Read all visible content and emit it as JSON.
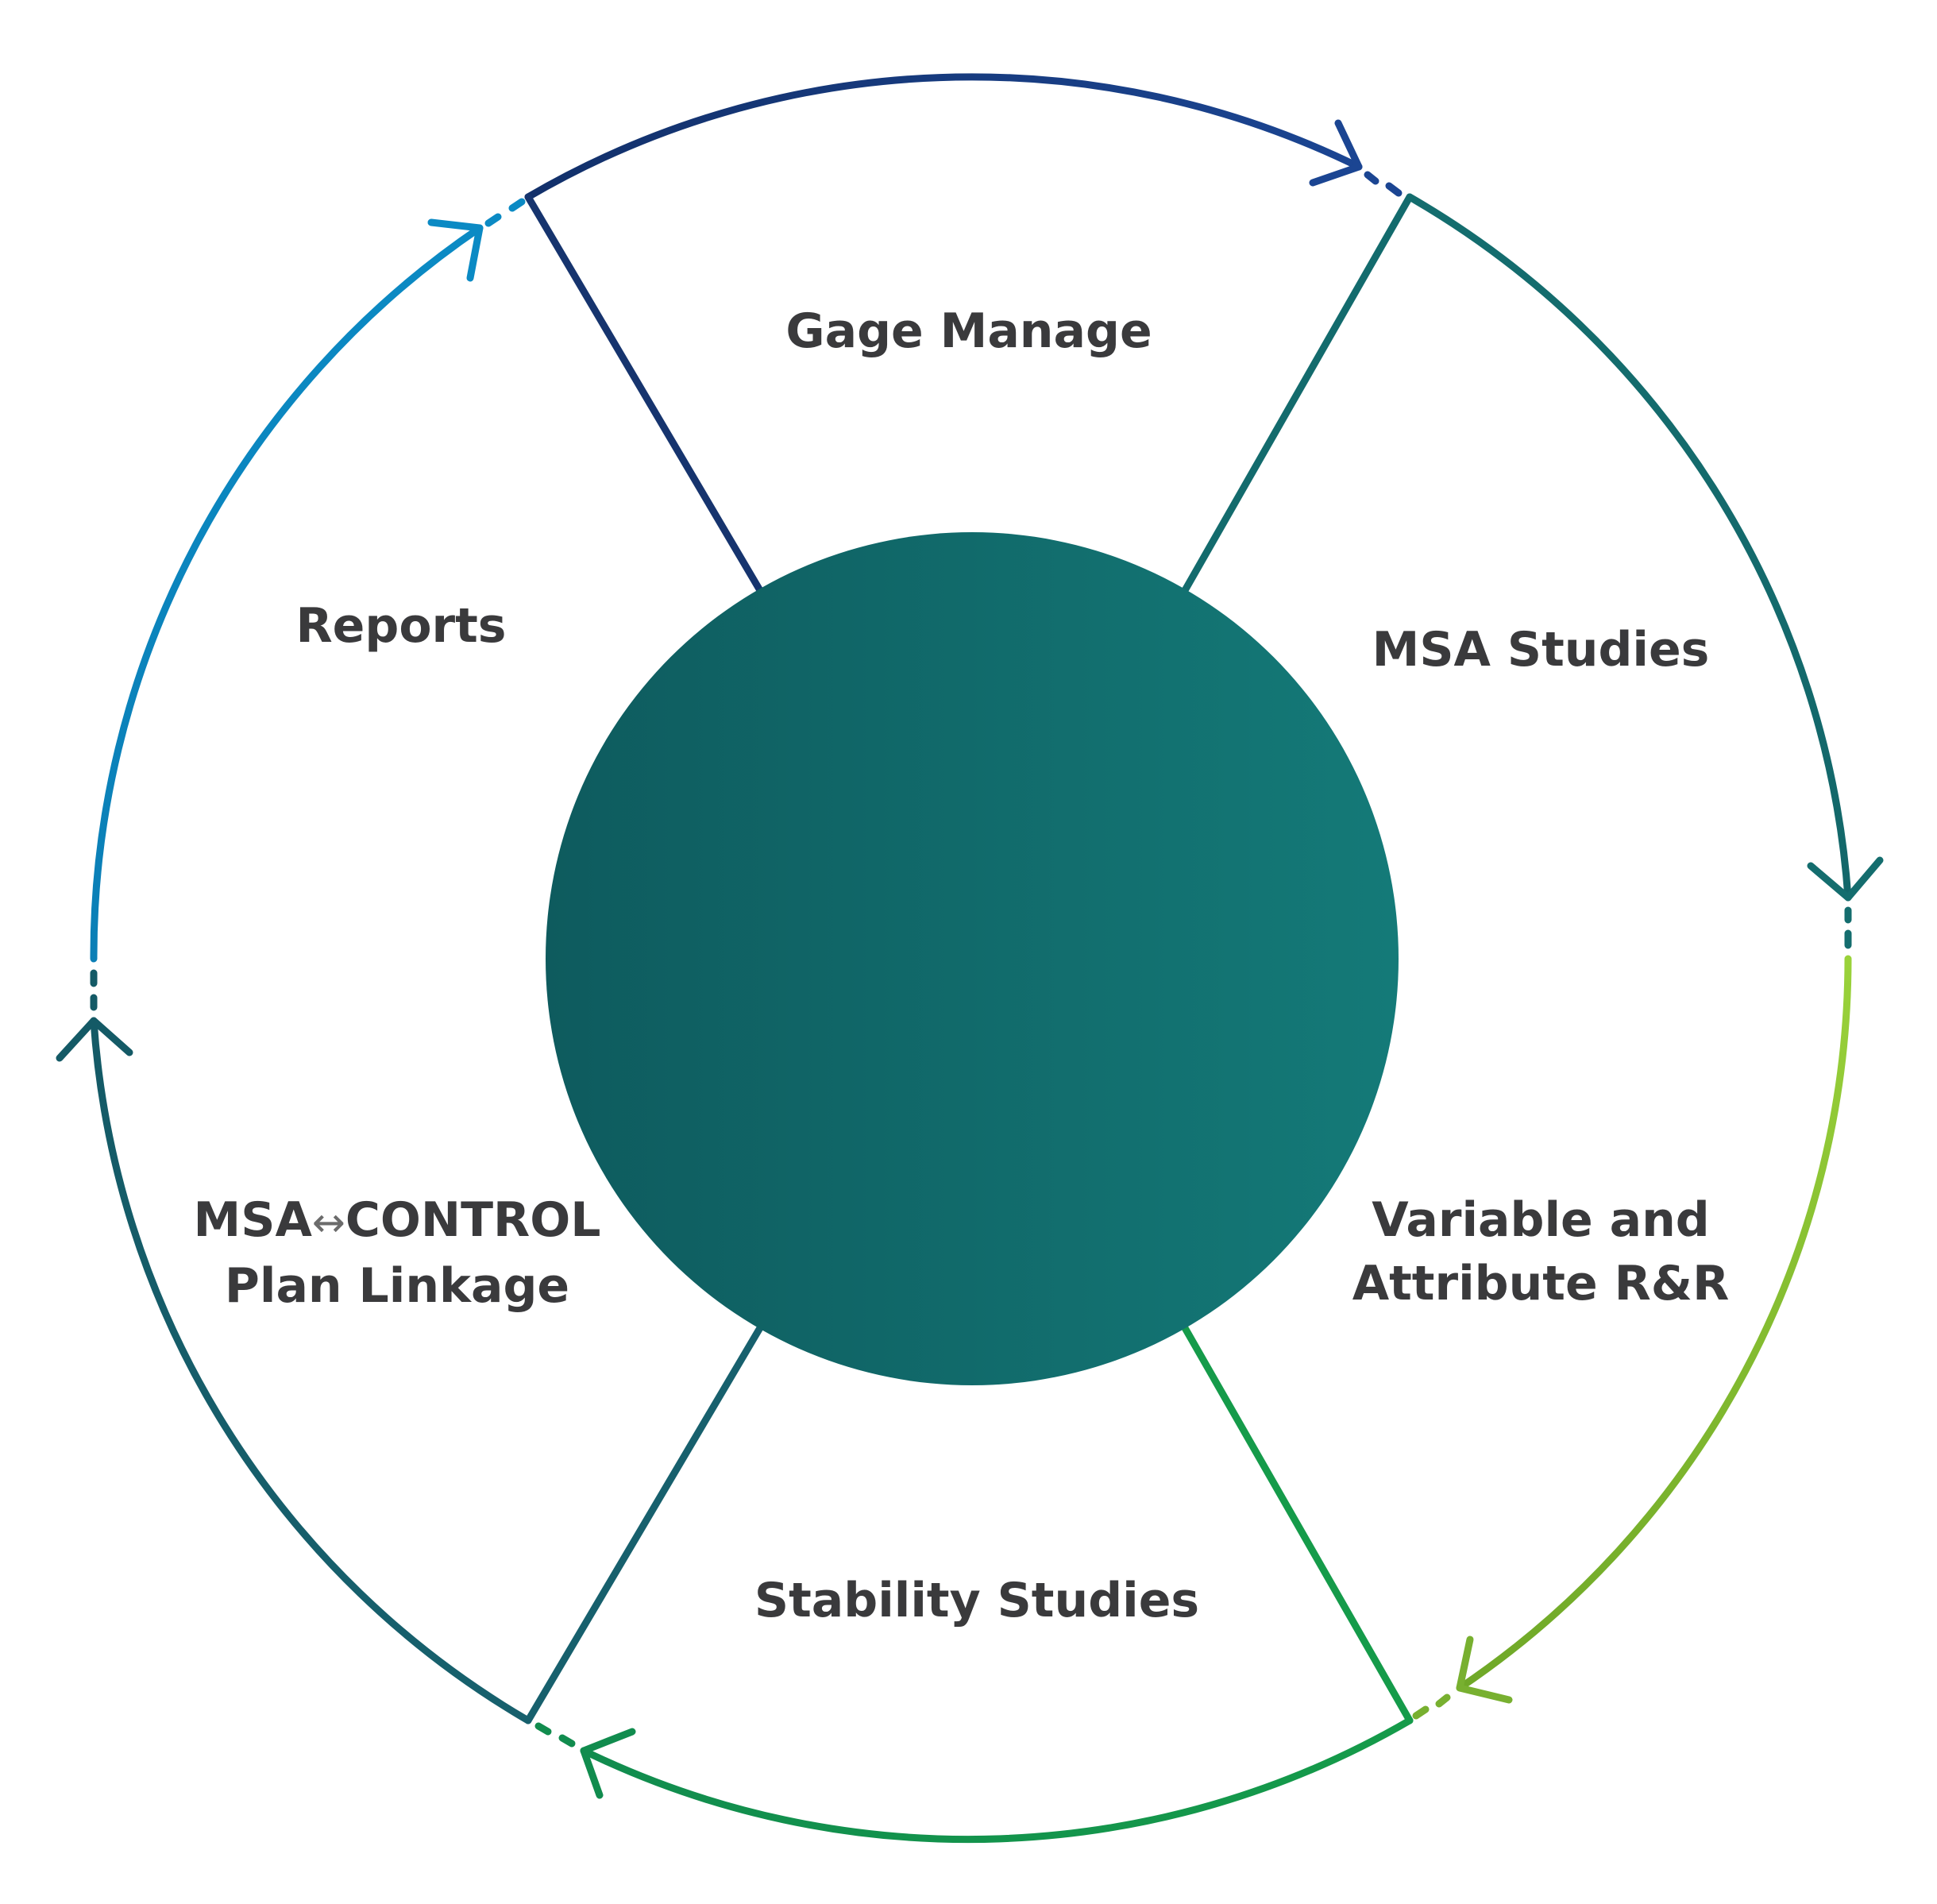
{
  "segments": [
    {
      "id": "gage",
      "lines": [
        "Gage Manage"
      ]
    },
    {
      "id": "msa",
      "lines": [
        "MSA Studies"
      ]
    },
    {
      "id": "rr",
      "lines": [
        "Variable and",
        "Attribute R&R"
      ]
    },
    {
      "id": "stability",
      "lines": [
        "Stability Studies"
      ]
    },
    {
      "id": "linkage",
      "lines_rich": {
        "first_a": "MSA",
        "first_arrow": "↔",
        "first_b": "CONTROL",
        "second": "Plan Linkage"
      }
    },
    {
      "id": "reports",
      "lines": [
        "Reports"
      ]
    }
  ],
  "colors": {
    "hub_left": "#0e5b5e",
    "hub_right": "#147a78",
    "text": "#3a3a3c",
    "seg_top": "#163f7a",
    "seg_top_right": "#136b6d",
    "seg_right_lower": "#8cc63f",
    "seg_bottom": "#139a4a",
    "seg_left_lower": "#175f6e",
    "seg_left_upper": "#0b8ac4"
  }
}
